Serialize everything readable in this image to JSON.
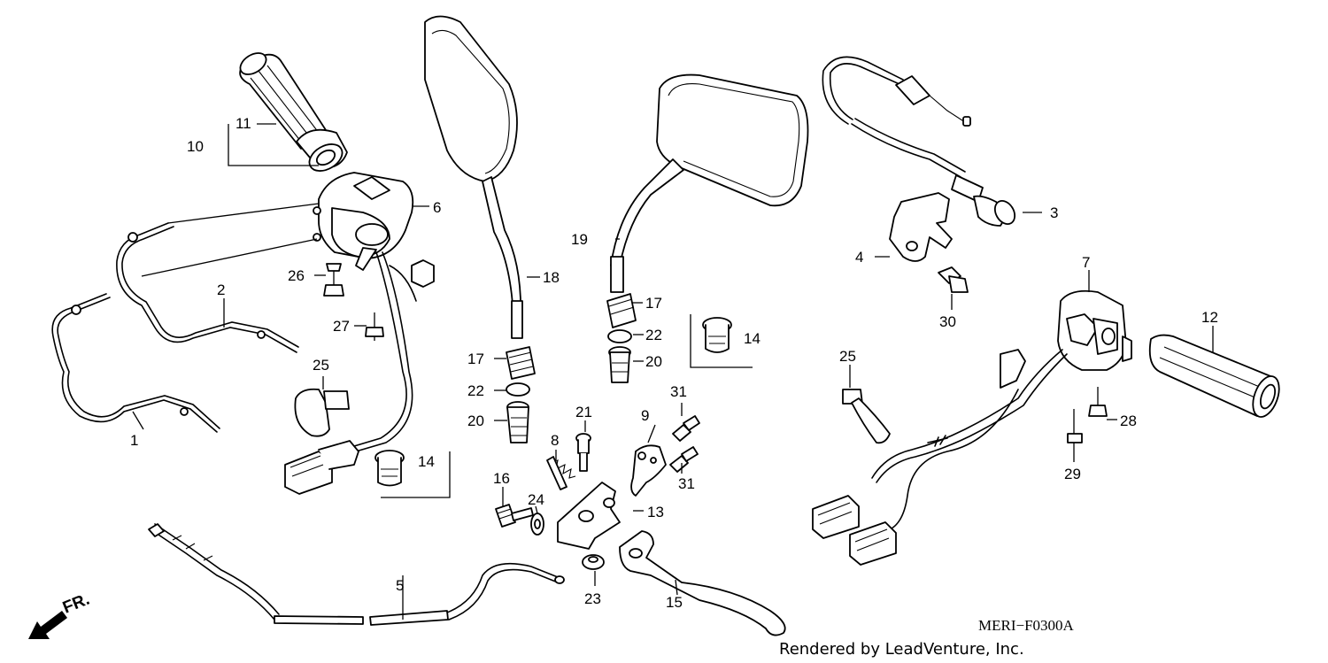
{
  "diagram": {
    "code": "MERI−F0300A",
    "credit": "Rendered by LeadVenture, Inc.",
    "front_mark": "FR."
  },
  "callouts": {
    "c1": "1",
    "c2": "2",
    "c3": "3",
    "c4": "4",
    "c5": "5",
    "c6": "6",
    "c7": "7",
    "c9": "9",
    "c8": "8",
    "c10": "10",
    "c11": "11",
    "c12": "12",
    "c13": "13",
    "c14a": "14",
    "c14b": "14",
    "c15": "15",
    "c16": "16",
    "c17a": "17",
    "c17b": "17",
    "c18": "18",
    "c19": "19",
    "c20a": "20",
    "c20b": "20",
    "c21": "21",
    "c22a": "22",
    "c22b": "22",
    "c23": "23",
    "c24": "24",
    "c25a": "25",
    "c25b": "25",
    "c26": "26",
    "c27": "27",
    "c28": "28",
    "c29": "29",
    "c30": "30",
    "c31a": "31",
    "c31b": "31"
  }
}
